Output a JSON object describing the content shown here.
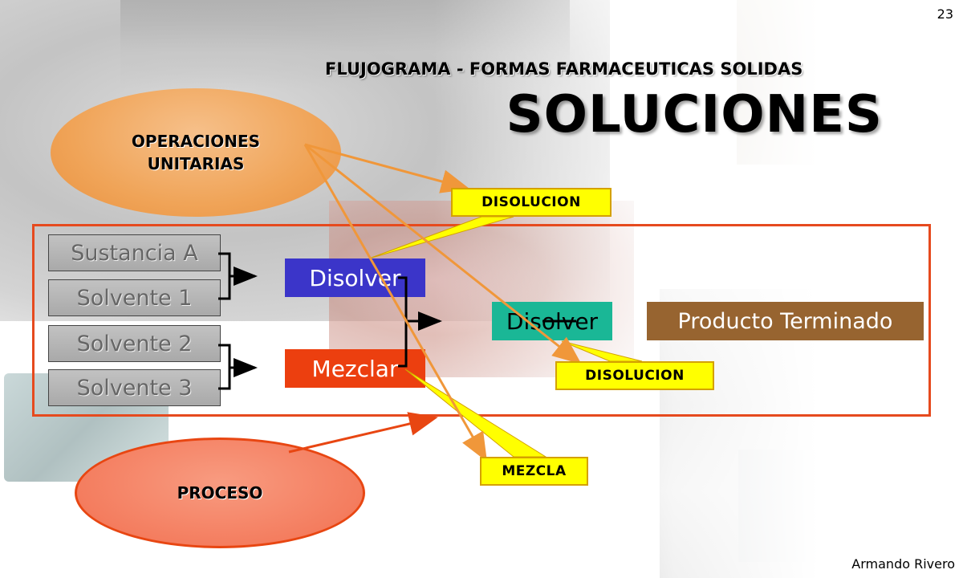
{
  "page_number": "23",
  "subtitle": "FLUJOGRAMA - FORMAS FARMACEUTICAS SOLIDAS",
  "title": "SOLUCIONES",
  "author": "Armando Rivero",
  "ovals": {
    "operations": "OPERACIONES UNITARIAS",
    "process": "PROCESO"
  },
  "inputs": [
    "Sustancia A",
    "Solvente 1",
    "Solvente 2",
    "Solvente 3"
  ],
  "steps": {
    "dissolve_1": "Disolver",
    "mix": "Mezclar",
    "dissolve_2": "Disolver",
    "product": "Producto Terminado"
  },
  "labels": {
    "dissolution_1": "DISOLUCION",
    "dissolution_2": "DISOLUCION",
    "mixture": "MEZCLA"
  },
  "colors": {
    "frame": "#e64a1e",
    "dissolve_1": "#3b35c9",
    "mix": "#ec3f0f",
    "dissolve_2": "#1ab796",
    "product": "#976430",
    "label": "#ffff00",
    "operations_oval": "#f0a458",
    "process_oval": "#f47d5f"
  }
}
